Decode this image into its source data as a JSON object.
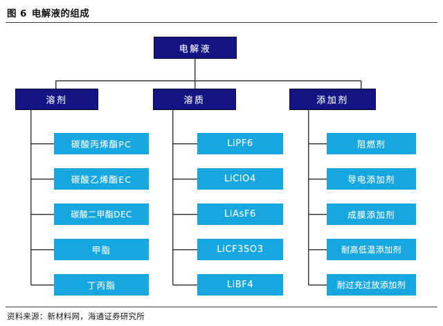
{
  "figure": {
    "number_label": "图 6",
    "title": "电解液的组成",
    "source_label": "资料来源：新材料网，海通证券研究所"
  },
  "colors": {
    "branch_fill": "#141484",
    "branch_border": "#0b0b2e",
    "leaf_fill": "#17a7e0",
    "connector": "#3a3a3a",
    "rule": "#3a3a3a",
    "text_on_box": "#ffffff",
    "page_background": "#ffffff"
  },
  "diagram": {
    "type": "tree",
    "root": {
      "label": "电解液"
    },
    "branches": [
      {
        "id": "solvent",
        "label": "溶剂",
        "children": [
          {
            "label": "碳酸丙烯酯PC"
          },
          {
            "label": "碳酸乙烯酯EC"
          },
          {
            "label": "碳酸二甲酯DEC"
          },
          {
            "label": "甲脂"
          },
          {
            "label": "丁丙脂"
          }
        ]
      },
      {
        "id": "solute",
        "label": "溶质",
        "children": [
          {
            "label": "LiPF6"
          },
          {
            "label": "LiClO4"
          },
          {
            "label": "LiAsF6"
          },
          {
            "label": "LiCF3SO3"
          },
          {
            "label": "LiBF4"
          }
        ]
      },
      {
        "id": "additive",
        "label": "添加剂",
        "children": [
          {
            "label": "阻燃剂"
          },
          {
            "label": "导电添加剂"
          },
          {
            "label": "成膜添加剂"
          },
          {
            "label": "耐高低温添加剂"
          },
          {
            "label": "耐过充过放添加剂"
          }
        ]
      }
    ]
  }
}
